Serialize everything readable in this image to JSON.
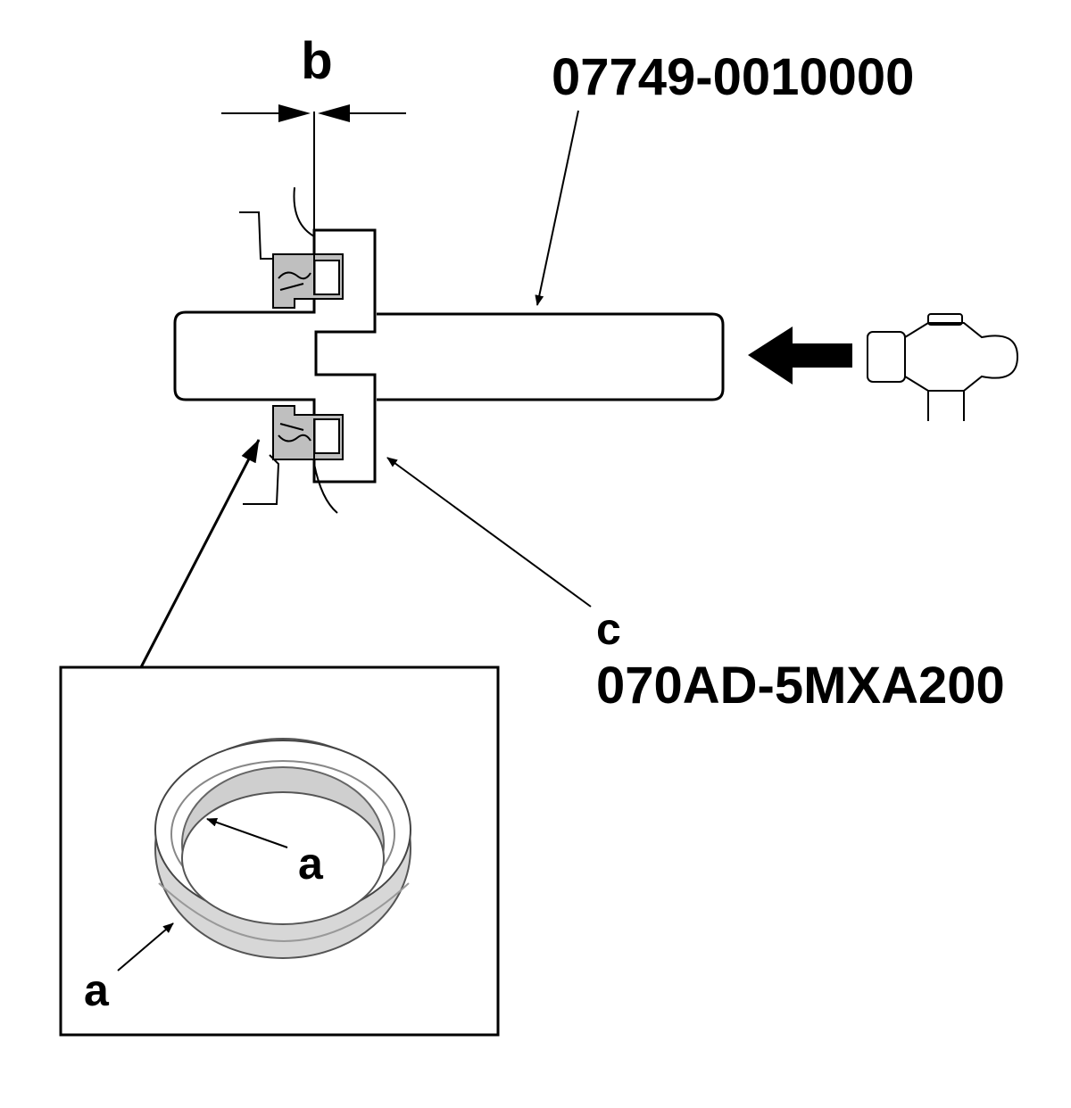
{
  "labels": {
    "b": "b",
    "part_number_top": "07749-0010000",
    "c": "c",
    "part_number_bottom": "070AD-5MXA200",
    "a_inner": "a",
    "a_outer": "a"
  },
  "colors": {
    "line": "#000000",
    "seal_fill": "#bfbfbf",
    "background": "#ffffff"
  }
}
